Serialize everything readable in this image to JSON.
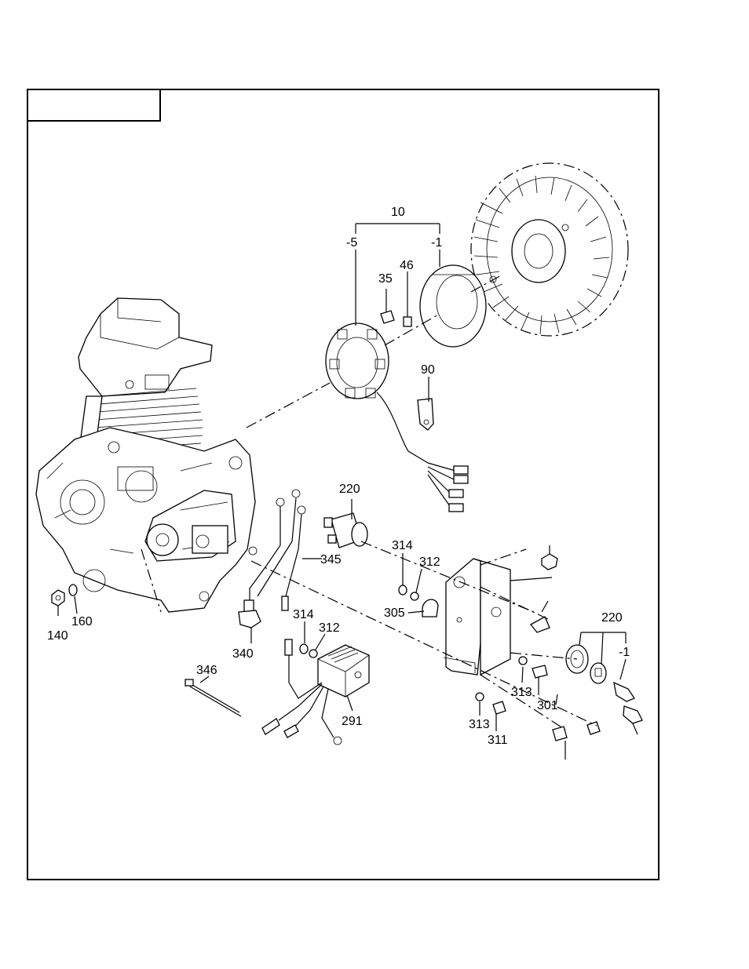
{
  "figure": {
    "title_box_text": "",
    "callouts": [
      {
        "id": "c10",
        "text": "10"
      },
      {
        "id": "c10-5",
        "text": "-5"
      },
      {
        "id": "c10-1",
        "text": "-1"
      },
      {
        "id": "c35",
        "text": "35"
      },
      {
        "id": "c46",
        "text": "46"
      },
      {
        "id": "c90",
        "text": "90"
      },
      {
        "id": "c220a",
        "text": "220"
      },
      {
        "id": "c314a",
        "text": "314"
      },
      {
        "id": "c312a",
        "text": "312"
      },
      {
        "id": "c345",
        "text": "345"
      },
      {
        "id": "c305",
        "text": "305"
      },
      {
        "id": "c140",
        "text": "140"
      },
      {
        "id": "c160",
        "text": "160"
      },
      {
        "id": "c340",
        "text": "340"
      },
      {
        "id": "c314b",
        "text": "314"
      },
      {
        "id": "c312b",
        "text": "312"
      },
      {
        "id": "c346",
        "text": "346"
      },
      {
        "id": "c291",
        "text": "291"
      },
      {
        "id": "c220b",
        "text": "220"
      },
      {
        "id": "c220-1",
        "text": "-1"
      },
      {
        "id": "c313a",
        "text": "313"
      },
      {
        "id": "c301",
        "text": "301"
      },
      {
        "id": "c313b",
        "text": "313"
      },
      {
        "id": "c311",
        "text": "311"
      }
    ]
  }
}
